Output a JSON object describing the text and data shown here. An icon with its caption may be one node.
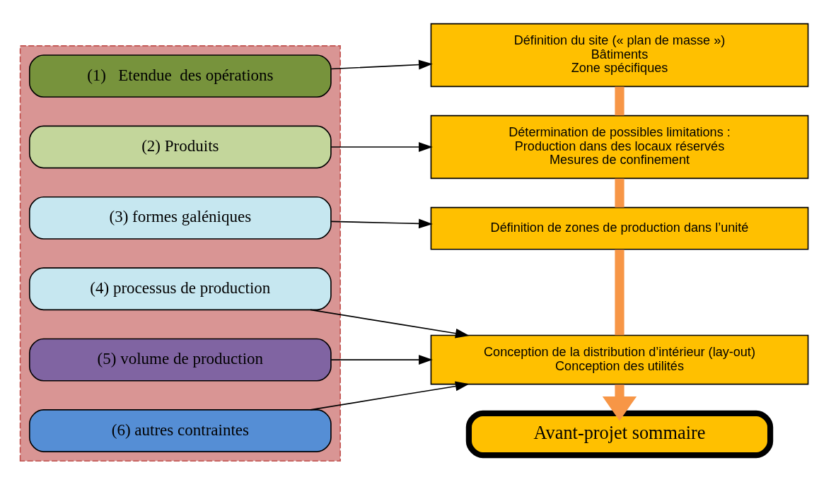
{
  "diagram": {
    "nodes": [
      {
        "text": [],
        "shape": "box"
      },
      {
        "text": [
          "(1)   Etendue  des opérations"
        ],
        "in": 0
      },
      {
        "text": [
          "(2) Produits"
        ],
        "in": 0
      },
      {
        "text": [
          "(3) formes galéniques"
        ],
        "in": 0
      },
      {
        "text": [
          "(4) processus de production"
        ],
        "in": 0
      },
      {
        "text": [
          "(5) volume de production"
        ],
        "in": 0
      },
      {
        "text": [
          "(6) autres contraintes"
        ],
        "in": 0
      },
      {
        "text": [
          "Définition du site (« plan de masse »)",
          "Bâtiments",
          "Zone spécifiques"
        ]
      },
      {
        "text": [
          "Détermination de possibles limitations :",
          "Production dans des locaux réservés",
          "Mesures de confinement"
        ]
      },
      {
        "text": [
          "Définition de zones de production dans l’unité"
        ]
      },
      {
        "text": [
          "Conception de la distribution d’intérieur (lay-out)",
          "Conception des utilités"
        ]
      },
      {
        "text": [
          "Avant-projet sommaire"
        ]
      }
    ],
    "edges": [
      {
        "from": 1,
        "to": 7,
        "arrow": "to"
      },
      {
        "from": 2,
        "to": 8,
        "arrow": "to"
      },
      {
        "from": 3,
        "to": 9,
        "arrow": "to"
      },
      {
        "from": 4,
        "to": 10,
        "arrow": "to"
      },
      {
        "from": 5,
        "to": 10,
        "arrow": "to"
      },
      {
        "from": 6,
        "to": 10,
        "arrow": "to"
      },
      {
        "from": 7,
        "to": 8,
        "arrow": "none",
        "style": "thick",
        "color": "#f79646"
      },
      {
        "from": 8,
        "to": 9,
        "arrow": "none",
        "style": "thick",
        "color": "#f79646"
      },
      {
        "from": 9,
        "to": 10,
        "arrow": "none",
        "style": "thick",
        "color": "#f79646"
      },
      {
        "from": 10,
        "to": 11,
        "arrow": "to",
        "style": "thick",
        "color": "#f79646"
      }
    ]
  }
}
